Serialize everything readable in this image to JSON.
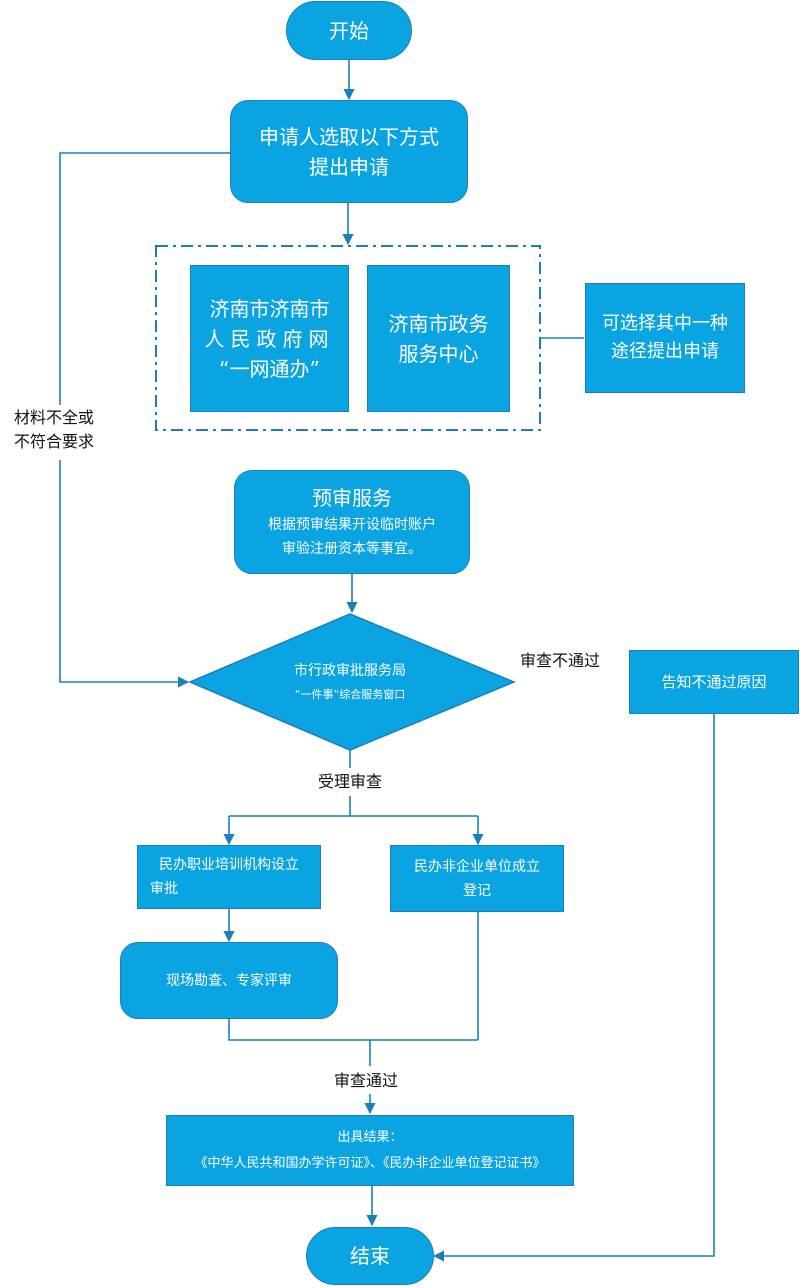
{
  "nodes": {
    "start": "开始",
    "apply": [
      "申请人选取以下方式",
      "提出申请"
    ],
    "online": [
      "济南市济南市",
      "人民政府网",
      "“一网通办”"
    ],
    "center": [
      "济南市政务",
      "服务中心"
    ],
    "choose": [
      "可选择其中一种",
      "途径提出申请"
    ],
    "prereview": [
      "预审服务",
      "根据预审结果开设临时账户",
      "审验注册资本等事宜。"
    ],
    "bureau": [
      "市行政审批服务局",
      "“一件事”综合服务窗口"
    ],
    "notify": "告知不通过原因",
    "training": [
      "民办职业培训机构设立",
      "审批"
    ],
    "nonprofit": [
      "民办非企业单位成立",
      "登记"
    ],
    "inspect": "现场勘查、专家评审",
    "result": [
      "出具结果：",
      "《中华人民共和国办学许可证》、《民办非企业单位登记证书》"
    ],
    "end": "结束"
  },
  "labels": {
    "incomplete": [
      "材料不全或",
      "不符合要求"
    ],
    "rejected": "审查不通过",
    "accept": "受理审查",
    "passed": "审查通过"
  },
  "colors": {
    "fill": "#0ba4e3",
    "border": "#1b7fbd",
    "line": "#1b7fbd",
    "text": "#ffffff"
  }
}
